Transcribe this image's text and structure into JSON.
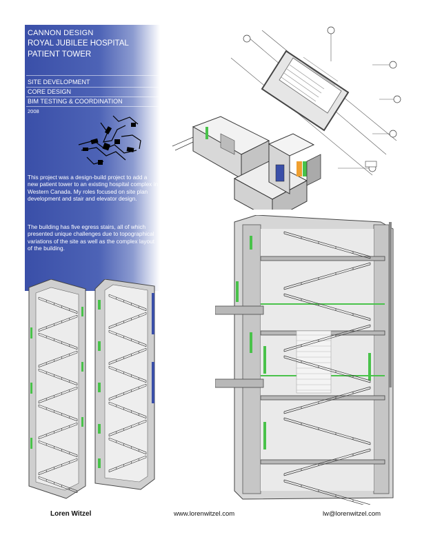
{
  "header": {
    "firm": "CANNON DESIGN",
    "project_line1": "ROYAL JUBILEE HOSPITAL",
    "project_line2": "PATIENT TOWER"
  },
  "scope": {
    "items": [
      "SITE DEVELOPMENT",
      "CORE DESIGN",
      "BIM TESTING & COORDINATION"
    ],
    "year": "2008"
  },
  "description": {
    "p1": "This project was a design-build project to add a new patient tower to an existing hospital complex in Western Canada. My roles focused on site plan development and stair and elevator design.",
    "p2": "The building has five egress stairs, all of which presented unique challenges due to topographical variations of the site as well as the complex layout of the building."
  },
  "footer": {
    "name": "Loren Witzel",
    "website": "www.lorenwitzel.com",
    "email": "lw@lorenwitzel.com"
  },
  "colors": {
    "panel_blue": "#4155ab",
    "stair_green": "#49c24a",
    "concrete": "#cfcfcf"
  }
}
